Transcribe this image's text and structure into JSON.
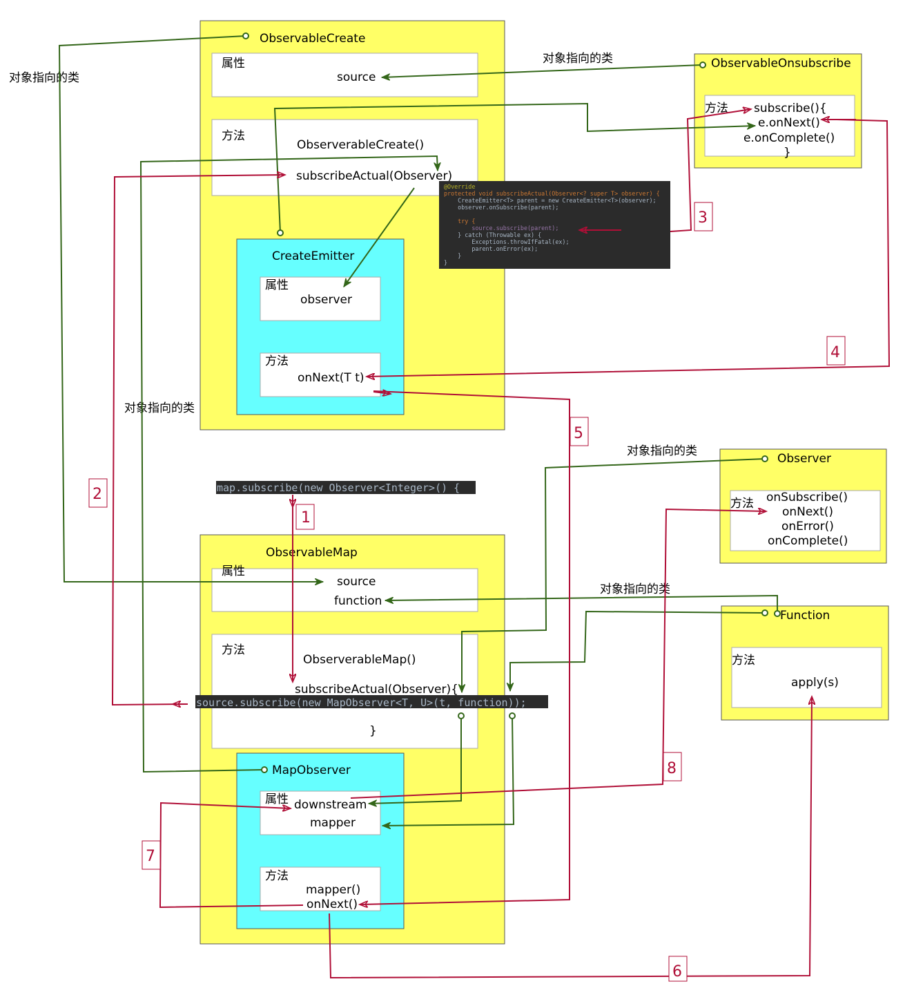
{
  "labels": {
    "pointer_class": "对象指向的类",
    "attributes": "属性",
    "methods": "方法"
  },
  "observable_create": {
    "title": "ObservableCreate",
    "attr_source": "source",
    "method_ctor": "ObserverableCreate()",
    "method_subscribe_actual": "subscribeActual(Observer)"
  },
  "create_emitter": {
    "title": "CreateEmitter",
    "attr_observer": "observer",
    "method_on_next": "onNext(T t)"
  },
  "observable_onsubscribe": {
    "title": "ObservableOnsubscribe",
    "method_lines": [
      "subscribe(){",
      "e.onNext()",
      "e.onComplete()",
      "}"
    ]
  },
  "code_snippet": {
    "lines": [
      "@Override",
      "protected void subscribeActual(Observer<? super T> observer) {",
      "    CreateEmitter<T> parent = new CreateEmitter<T>(observer);",
      "    observer.onSubscribe(parent);",
      "",
      "    try {",
      "        source.subscribe(parent);",
      "    } catch (Throwable ex) {",
      "        Exceptions.throwIfFatal(ex);",
      "        parent.onError(ex);",
      "    }",
      "}"
    ]
  },
  "map_subscribe_code": "map.subscribe(new Observer<Integer>() {",
  "observable_map": {
    "title": "ObservableMap",
    "attr_source": "source",
    "attr_function": "function",
    "method_ctor": "ObserverableMap()",
    "method_subscribe_actual": "subscribeActual(Observer){",
    "source_subscribe_code": "source.subscribe(new MapObserver<T, U>(t, function));",
    "closing_brace": "}"
  },
  "map_observer": {
    "title": "MapObserver",
    "attr_downstream": "downstream",
    "attr_mapper": "mapper",
    "method_mapper": "mapper()",
    "method_on_next": "onNext()"
  },
  "observer": {
    "title": "Observer",
    "methods": [
      "onSubscribe()",
      "onNext()",
      "onError()",
      "onComplete()"
    ]
  },
  "function_box": {
    "title": "Function",
    "method_apply": "apply(s)"
  },
  "steps": [
    "1",
    "2",
    "3",
    "4",
    "5",
    "6",
    "7",
    "8"
  ],
  "colors": {
    "yellow": "#ffff66",
    "cyan": "#66ffff",
    "green_arrow": "#336619",
    "red_arrow": "#b00f37",
    "code_bg": "#2b2b2b"
  }
}
